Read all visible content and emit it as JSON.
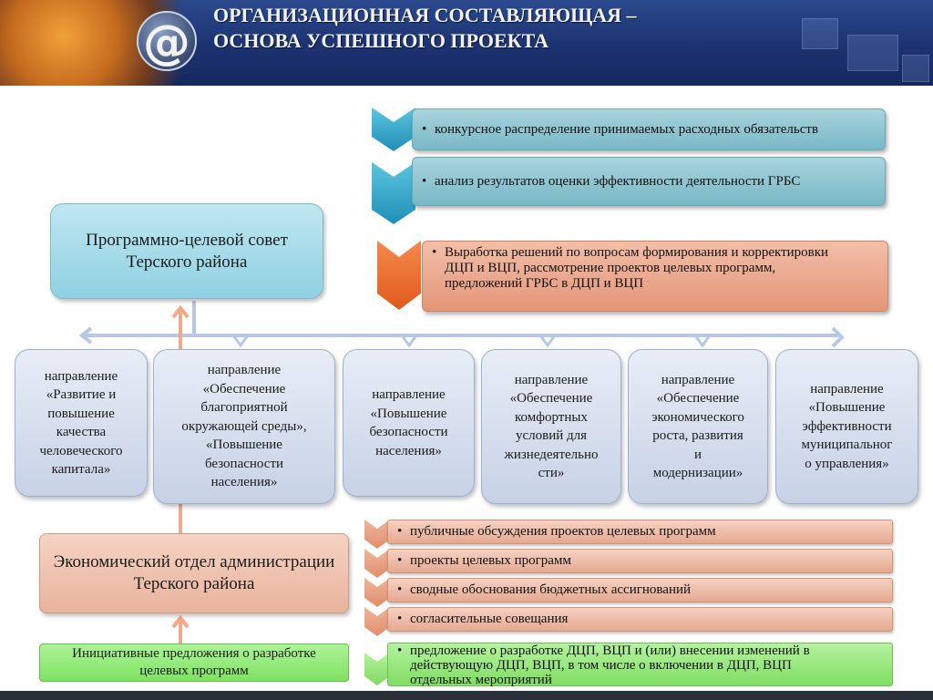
{
  "header": {
    "title_line1": "ОРГАНИЗАЦИОННАЯ СОСТАВЛЯЮЩАЯ –",
    "title_line2": "ОСНОВА  УСПЕШНОГО ПРОЕКТА",
    "logo_symbol": "@"
  },
  "council": {
    "label": "Программно-целевой совет Терского района"
  },
  "top_items": [
    "конкурсное распределение принимаемых расходных обязательств",
    "анализ результатов оценки  эффективности деятельности ГРБС"
  ],
  "orange_item": {
    "lines": [
      "Выработка решений по вопросам формирования и корректировки",
      "ДЦП и ВЦП, рассмотрение проектов целевых программ,",
      "предложений ГРБС в ДЦП и ВЦП"
    ]
  },
  "directions": [
    {
      "lines": [
        "направление",
        "«Развитие и",
        "повышение",
        "качества",
        "человеческого",
        "капитала»"
      ]
    },
    {
      "lines": [
        "направление",
        "«Обеспечение",
        "благоприятной",
        "окружающей среды»,",
        "«Повышение",
        "безопасности",
        "населения»"
      ]
    },
    {
      "lines": [
        "направление",
        "«Повышение",
        "безопасности",
        "населения»"
      ]
    },
    {
      "lines": [
        "направление",
        "«Обеспечение",
        "комфортных",
        "условий для",
        "жизнедеятельно",
        "сти»"
      ]
    },
    {
      "lines": [
        "направление",
        "«Обеспечение",
        "экономического",
        "роста, развития",
        "и",
        "модернизации»"
      ]
    },
    {
      "lines": [
        "направление",
        "«Повышение",
        "эффективности",
        "муниципальног",
        "о управления»"
      ]
    }
  ],
  "econ_dept": {
    "label": "Экономический отдел администрации Терского района"
  },
  "initiatives": {
    "label": "Инициативные предложения о разработке целевых программ"
  },
  "bottom_items": [
    "публичные обсуждения проектов целевых программ",
    "проекты целевых программ",
    "сводные обоснования бюджетных ассигнований",
    "согласительные совещания"
  ],
  "green_item": {
    "lines": [
      "предложение о разработке ДЦП, ВЦП и (или) внесении изменений в",
      "действующую ДЦП, ВЦП, в том числе о включении в ДЦП, ВЦП",
      "отдельных мероприятий"
    ]
  },
  "bullet": "•",
  "colors": {
    "header_blue": "#1c3270",
    "teal": "#2a9fc4",
    "orange": "#e8682a",
    "salmon": "#e6a88f",
    "green": "#80de63",
    "light_blue": "#8fd1e2",
    "connector_blue": "#b7c8e6",
    "connector_orange": "#f2a98a"
  }
}
